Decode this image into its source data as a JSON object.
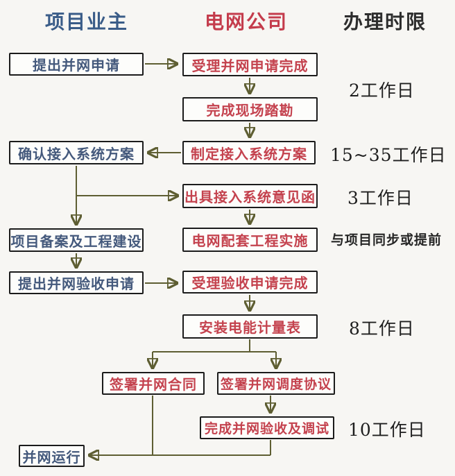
{
  "columns": {
    "owner": "项目业主",
    "grid": "电网公司",
    "time": "办理时限"
  },
  "nodes": {
    "apply": "提出并网申请",
    "accept_apply": "受理并网申请完成",
    "survey": "完成现场踏勘",
    "make_plan": "制定接入系统方案",
    "confirm_plan": "确认接入系统方案",
    "issue_letter": "出具接入系统意见函",
    "record_build": "项目备案及工程建设",
    "grid_works": "电网配套工程实施",
    "acceptance_apply": "提出并网验收申请",
    "accept_acceptance": "受理验收申请完成",
    "install_meter": "安装电能计量表",
    "sign_contract": "签署并网合同",
    "sign_dispatch": "签署并网调度协议",
    "final_acceptance": "完成并网验收及调试",
    "operation": "并网运行"
  },
  "timelines": {
    "accept": "2工作日",
    "plan": "15~35工作日",
    "letter": "3工作日",
    "works": "与项目同步或提前",
    "meter": "8工作日",
    "debug": "10工作日"
  },
  "colors": {
    "background": "#f7f6f3",
    "owner_header": "#3a5c88",
    "grid_header": "#c43c4c",
    "time_header": "#2d2d2d",
    "owner_box_text": "#44597c",
    "grid_box_text": "#c4424e",
    "box_border": "#1b1b1b",
    "arrow": "#5e5e32"
  }
}
